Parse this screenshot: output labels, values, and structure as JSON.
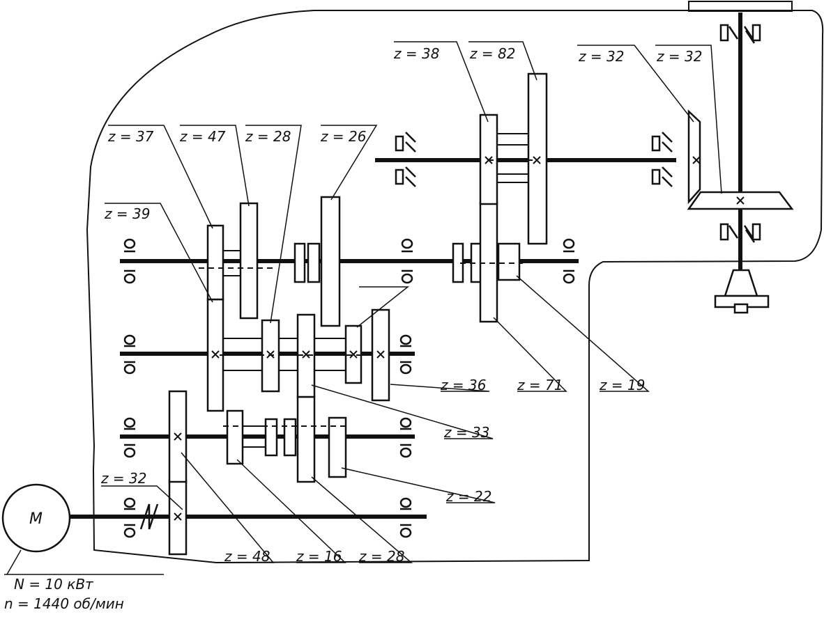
{
  "motor": {
    "symbol": "M",
    "power": "N = 10 кВт",
    "speed": "n = 1440 об/мин"
  },
  "gear_labels": {
    "z38": "z = 38",
    "z82": "z = 82",
    "z32_bevel_a": "z = 32",
    "z32_bevel_b": "z = 32",
    "z37": "z = 37",
    "z47": "z = 47",
    "z28_top": "z = 28",
    "z26": "z = 26",
    "z39": "z = 39",
    "z36": "z = 36",
    "z71": "z = 71",
    "z19": "z = 19",
    "z33": "z = 33",
    "z22": "z = 22",
    "z32_input": "z = 32",
    "z48": "z = 48",
    "z16": "z = 16",
    "z28_bottom": "z = 28"
  }
}
